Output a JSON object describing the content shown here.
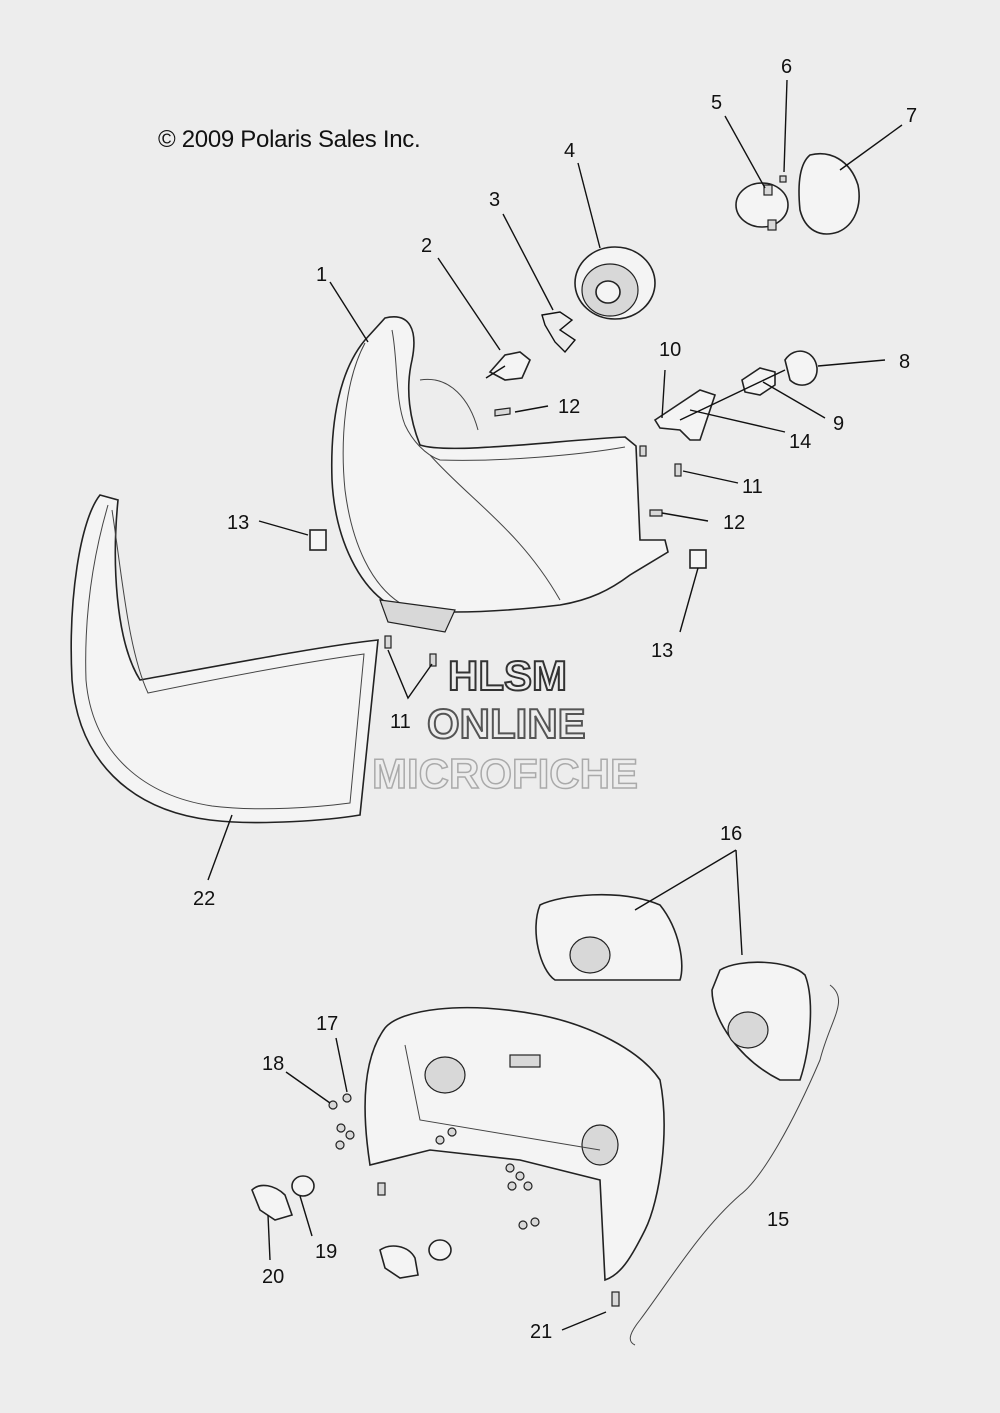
{
  "copyright": "© 2009 Polaris Sales Inc.",
  "watermark": {
    "line1": "HLSM",
    "line2": "ONLINE",
    "line3": "MICROFICHE"
  },
  "callouts": {
    "c1": "1",
    "c2": "2",
    "c3": "3",
    "c4": "4",
    "c5": "5",
    "c6": "6",
    "c7": "7",
    "c8": "8",
    "c9": "9",
    "c10": "10",
    "c11a": "11",
    "c11b": "11",
    "c12a": "12",
    "c12b": "12",
    "c13a": "13",
    "c13b": "13",
    "c14": "14",
    "c15": "15",
    "c16": "16",
    "c17": "17",
    "c18": "18",
    "c19": "19",
    "c20": "20",
    "c21": "21",
    "c22": "22"
  }
}
